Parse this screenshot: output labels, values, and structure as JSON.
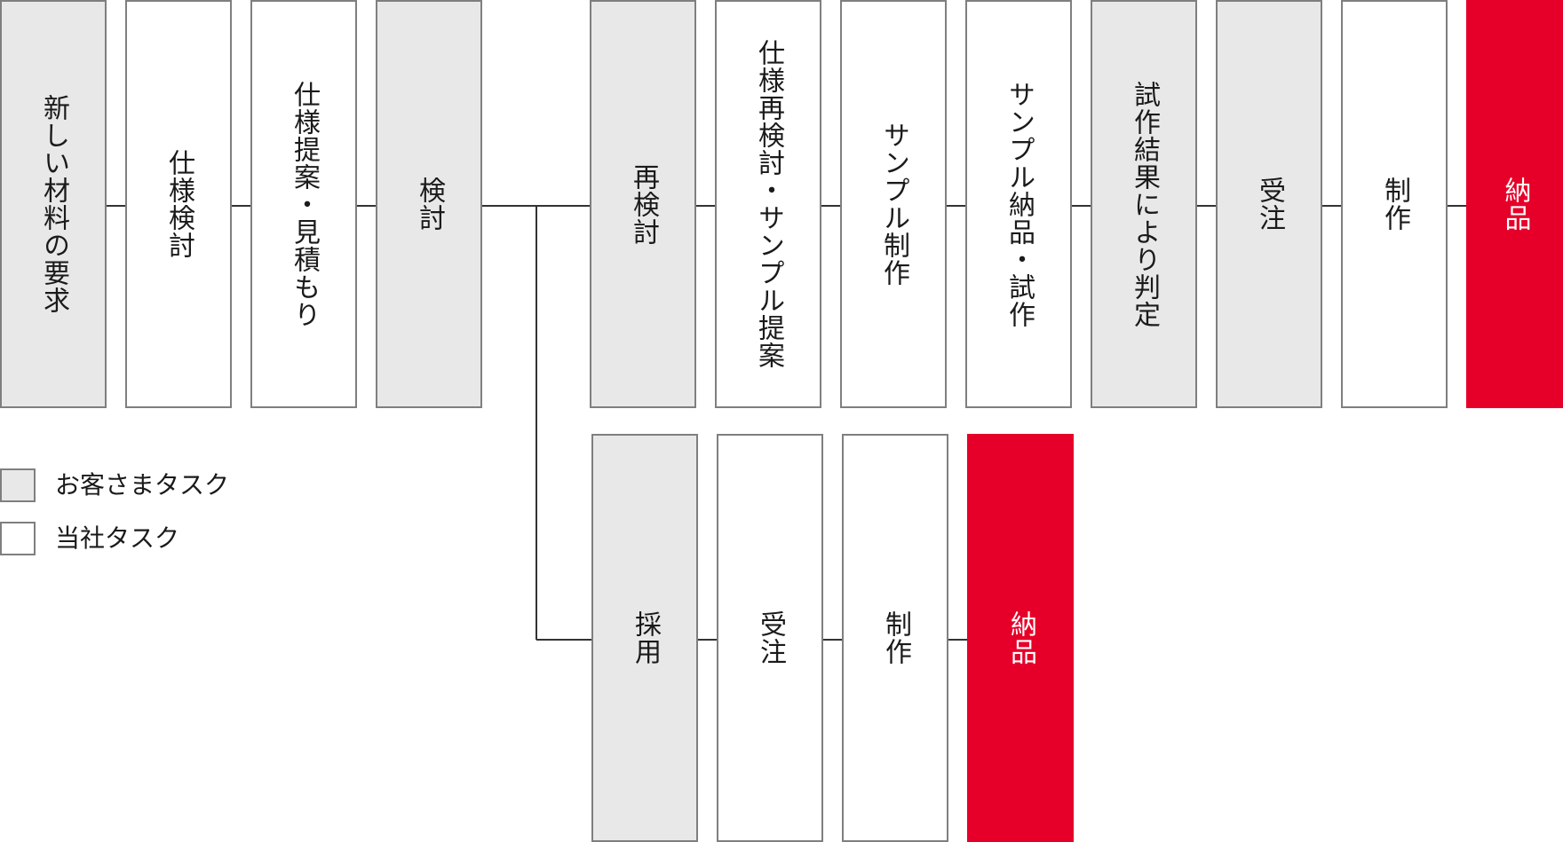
{
  "flow": {
    "row1": [
      {
        "label": "新しい材料の要求",
        "owner": "customer"
      },
      {
        "label": "仕様検討",
        "owner": "company"
      },
      {
        "label": "仕様提案・見積もり",
        "owner": "company"
      },
      {
        "label": "検討",
        "owner": "customer"
      },
      {
        "label": "再検討",
        "owner": "customer"
      },
      {
        "label": "仕様再検討・サンプル提案",
        "owner": "company"
      },
      {
        "label": "サンプル制作",
        "owner": "company"
      },
      {
        "label": "サンプル納品・試作",
        "owner": "company"
      },
      {
        "label": "試作結果により判定",
        "owner": "customer"
      },
      {
        "label": "受注",
        "owner": "customer"
      },
      {
        "label": "制作",
        "owner": "company"
      },
      {
        "label": "納品",
        "owner": "delivery"
      }
    ],
    "row2": [
      {
        "label": "採用",
        "owner": "customer"
      },
      {
        "label": "受注",
        "owner": "company"
      },
      {
        "label": "制作",
        "owner": "company"
      },
      {
        "label": "納品",
        "owner": "delivery"
      }
    ]
  },
  "legend": {
    "customer_label": "お客さまタスク",
    "company_label": "当社タスク"
  },
  "colors": {
    "customer_fill": "#e8e8e8",
    "company_fill": "#ffffff",
    "delivery_fill": "#e60029",
    "border": "#7f7f7f",
    "connector": "#333333"
  }
}
